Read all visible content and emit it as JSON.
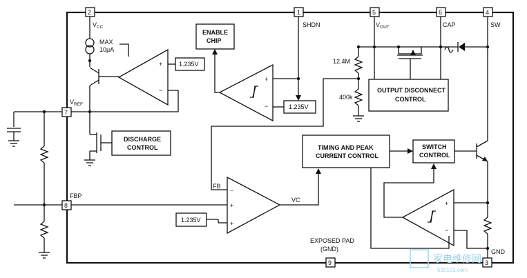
{
  "pins": {
    "vcc_num": "2",
    "shdn_num": "1",
    "vout_num": "5",
    "cap_num": "6",
    "sw_num": "4",
    "vref_num": "7",
    "fbp_num": "8",
    "pad_num": "9",
    "gnd_num": "3"
  },
  "pin_labels": {
    "vcc_main": "V",
    "vcc_sub": "CC",
    "shdn": "SHDN",
    "vout_main": "V",
    "vout_sub": "OUT",
    "cap": "CAP",
    "sw": "SW",
    "vref_main": "V",
    "vref_sub": "REF",
    "fbp": "FBP",
    "fb": "FB",
    "vc": "VC",
    "gnd": "GND",
    "exposed_pad": "EXPOSED PAD",
    "gnd_paren": "(GND)"
  },
  "blocks": {
    "enable_chip": [
      "ENABLE",
      "CHIP"
    ],
    "output_disconnect": [
      "OUTPUT DISCONNECT",
      "CONTROL"
    ],
    "discharge": [
      "DISCHARGE",
      "CONTROL"
    ],
    "timing": [
      "TIMING AND PEAK",
      "CURRENT CONTROL"
    ],
    "switch": [
      "SWITCH",
      "CONTROL"
    ]
  },
  "references": {
    "ref1": "1.235V",
    "ref2": "1.235V",
    "ref3": "1.235V"
  },
  "current_source": [
    "MAX",
    "10μA"
  ],
  "resistors": {
    "r_top": "12.4M",
    "r_bottom": "400k"
  },
  "opamp_signs": {
    "plus": "+",
    "minus": "−"
  },
  "watermark": {
    "chinese": "家电维修网",
    "url": "520101.com"
  }
}
